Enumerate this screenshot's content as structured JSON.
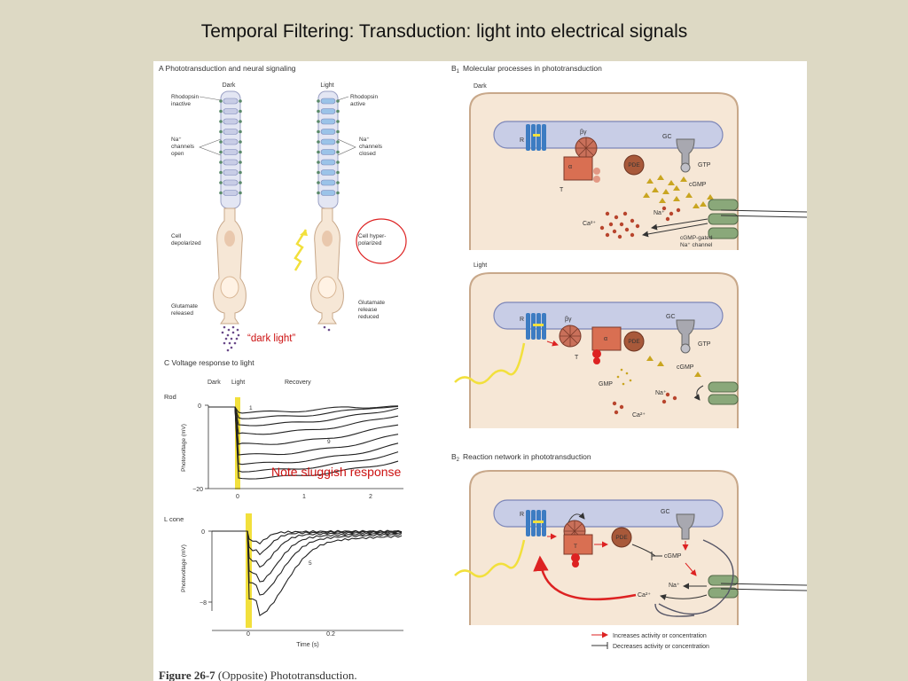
{
  "slide": {
    "title": "Temporal Filtering:  Transduction: light into electrical signals"
  },
  "panel_a": {
    "heading": "A  Phototransduction and neural signaling",
    "col_dark": "Dark",
    "col_light": "Light",
    "rhodopsin_inactive": [
      "Rhodopsin",
      "inactive"
    ],
    "rhodopsin_active": [
      "Rhodopsin",
      "active"
    ],
    "na_open": [
      "Na⁺",
      "channels",
      "open"
    ],
    "na_closed": [
      "Na⁺",
      "channels",
      "closed"
    ],
    "cell_depolarized": [
      "Cell",
      "depolarized"
    ],
    "cell_hyperpolarized": [
      "Cell hyper-",
      "polarized"
    ],
    "glutamate_released": [
      "Glutamate",
      "released"
    ],
    "glutamate_reduced": [
      "Glutamate",
      "release",
      "reduced"
    ],
    "note_dark_light": "“dark light”"
  },
  "panel_b1": {
    "heading_prefix": "B",
    "heading_sub": "1",
    "heading_text": "Molecular processes in phototransduction",
    "dark_label": "Dark",
    "light_label": "Light",
    "labels": {
      "R": "R",
      "beta_gamma": "βγ",
      "alpha": "α",
      "T": "T",
      "PDE": "PDE",
      "GC": "GC",
      "GTP": "GTP",
      "cGMP": "cGMP",
      "Na": "Na⁺",
      "Ca": "Ca²⁺",
      "channel": [
        "cGMP-gated",
        "Na⁺ channel"
      ],
      "GMP": "GMP"
    }
  },
  "panel_b2": {
    "heading_prefix": "B",
    "heading_sub": "2",
    "heading_text": "Reaction network in phototransduction",
    "legend_increase": "Increases activity or concentration",
    "legend_decrease": "Decreases activity or concentration"
  },
  "panel_c": {
    "heading": "C  Voltage response to light",
    "top_labels": {
      "dark": "Dark",
      "light": "Light",
      "recovery": "Recovery"
    },
    "rod": {
      "label": "Rod",
      "ylabel": "Photovoltage (mV)",
      "yticks": [
        "0",
        "−20"
      ],
      "xticks": [
        "0",
        "1",
        "2"
      ],
      "trace_labels": [
        "1",
        "9"
      ]
    },
    "cone": {
      "label": "L cone",
      "ylabel": "Photovoltage (mV)",
      "yticks": [
        "0",
        "−8"
      ],
      "xticks": [
        "0",
        "0.2"
      ],
      "trace_labels": [
        "5"
      ],
      "xlabel": "Time (s)"
    },
    "note_sluggish": "Note sluggish response"
  },
  "caption": {
    "bold": "Figure 26-7",
    "rest": " (Opposite) Phototransduction."
  },
  "colors": {
    "background": "#ddd9c4",
    "cell_fill": "#f6e7d6",
    "cell_stroke": "#c8a88a",
    "disc_fill": "#c8cde6",
    "disc_stroke": "#7c86b8",
    "receptor": "#3d7cc2",
    "transducin": "#d96f52",
    "pde": "#a8593a",
    "cgmp": "#c9a520",
    "ion": "#b8452d",
    "channel": "#8aa87a",
    "red_note": "#cc1111",
    "flash": "#f2e03c"
  },
  "icons": [
    "receptor-icon",
    "transducin-icon",
    "pde-icon",
    "guanylate-cyclase-icon",
    "ion-channel-icon",
    "light-flash-icon"
  ]
}
